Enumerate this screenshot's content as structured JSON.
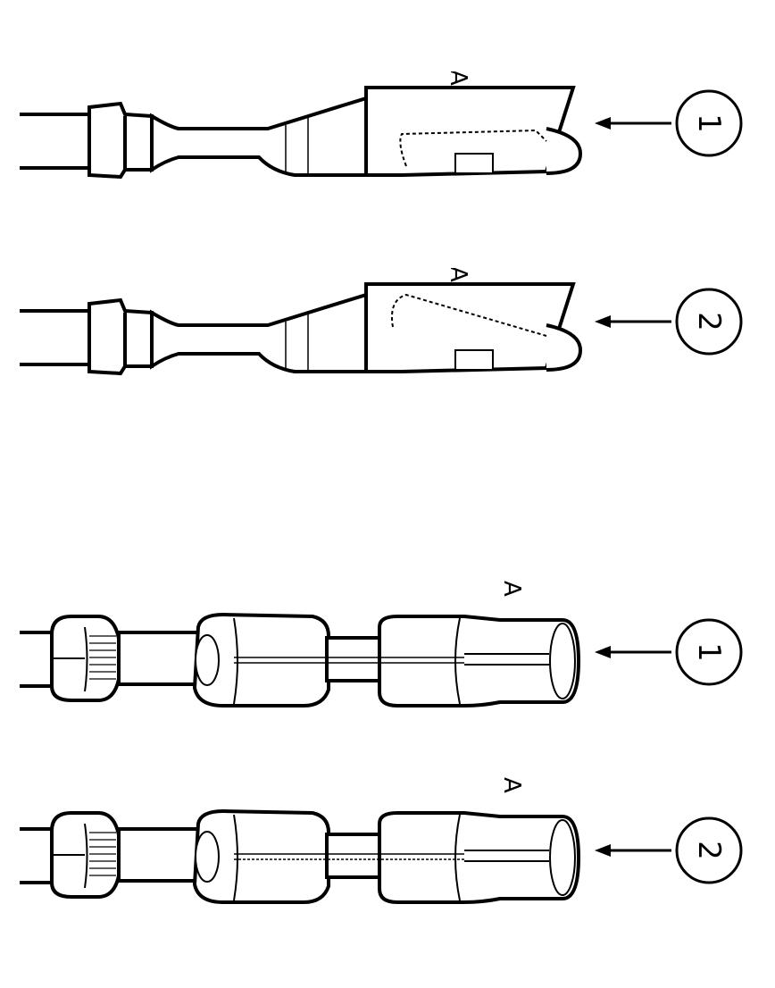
{
  "figures": [
    {
      "id": "flat-terminal-1",
      "part_label": "A",
      "callout": "1"
    },
    {
      "id": "flat-terminal-2",
      "part_label": "A",
      "callout": "2"
    },
    {
      "id": "round-terminal-1",
      "part_label": "A",
      "callout": "1"
    },
    {
      "id": "round-terminal-2",
      "part_label": "A",
      "callout": "2"
    }
  ],
  "colors": {
    "ink": "#000000",
    "background": "#ffffff"
  }
}
